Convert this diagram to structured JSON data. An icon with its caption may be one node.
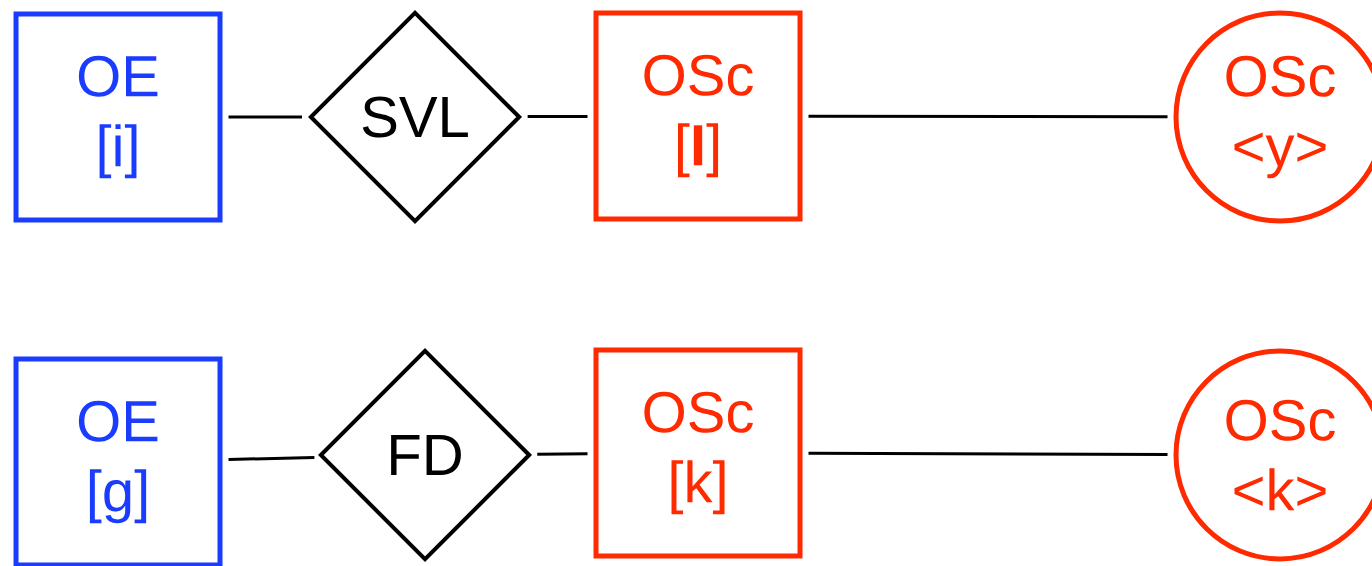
{
  "diagram": {
    "nodes": [
      {
        "text": [
          "OE",
          "[i]"
        ]
      },
      {
        "text": [
          "SVL"
        ]
      },
      {
        "text": [
          "OSc",
          "[**I**]"
        ]
      },
      {
        "text": [
          "OSc",
          "<y>"
        ]
      },
      {
        "text": [
          "OE",
          "[g]"
        ]
      },
      {
        "text": [
          "FD"
        ]
      },
      {
        "text": [
          "OSc",
          "[k]"
        ]
      },
      {
        "text": [
          "OSc",
          "<k>"
        ]
      }
    ],
    "edges": [
      {
        "from": 0,
        "to": 1,
        "arrow": "none"
      },
      {
        "from": 1,
        "to": 2,
        "arrow": "none"
      },
      {
        "from": 2,
        "to": 3,
        "arrow": "none"
      },
      {
        "from": 4,
        "to": 5,
        "arrow": "none"
      },
      {
        "from": 5,
        "to": 6,
        "arrow": "none"
      },
      {
        "from": 6,
        "to": 7,
        "arrow": "none"
      }
    ]
  }
}
